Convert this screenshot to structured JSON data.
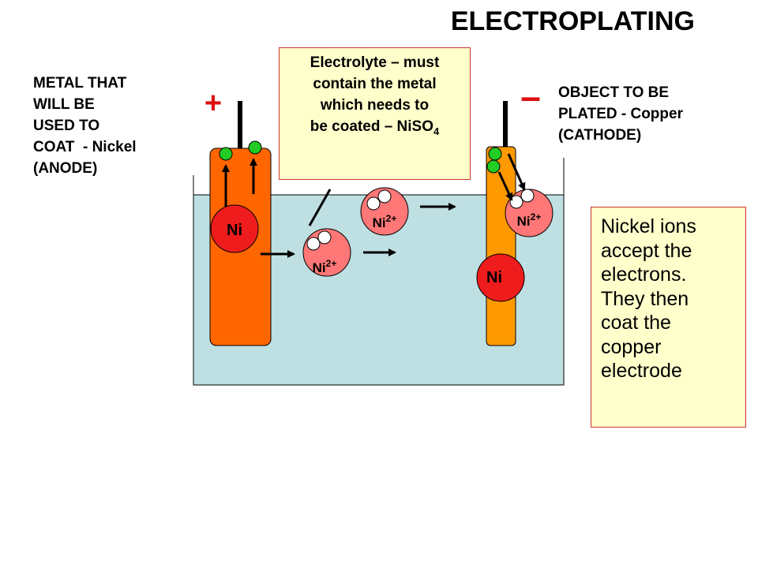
{
  "title": "ELECTROPLATING",
  "anode": {
    "label_lines": [
      "METAL THAT",
      "WILL BE",
      "USED TO",
      "COAT  - Nickel",
      "(ANODE)"
    ],
    "sign": "+",
    "atom_label": "Ni",
    "color": "#ff6600"
  },
  "cathode": {
    "label_lines": [
      "OBJECT TO BE",
      "PLATED - Copper",
      "(CATHODE)"
    ],
    "sign": "–",
    "atom_label": "Ni",
    "color": "#ff9900"
  },
  "electrolyte_box": {
    "lines": [
      "Electrolyte – must",
      "contain the metal",
      "which needs to"
    ],
    "last_line_prefix": "be coated – NiSO",
    "last_line_subscript": "4"
  },
  "ion": {
    "base": "Ni",
    "charge": "2+"
  },
  "explanation": {
    "lines": [
      "Nickel ions",
      "accept the",
      "electrons.",
      "They then",
      "coat the",
      "copper",
      "electrode"
    ]
  },
  "colors": {
    "solution": "#bfe0e3",
    "ion_fill": "#ff7777",
    "atom_fill": "#ee1c1c",
    "electron": "#22cc22",
    "box_fill": "#ffffcc",
    "box_border": "#cc3333",
    "sign_red": "#dd1111"
  }
}
